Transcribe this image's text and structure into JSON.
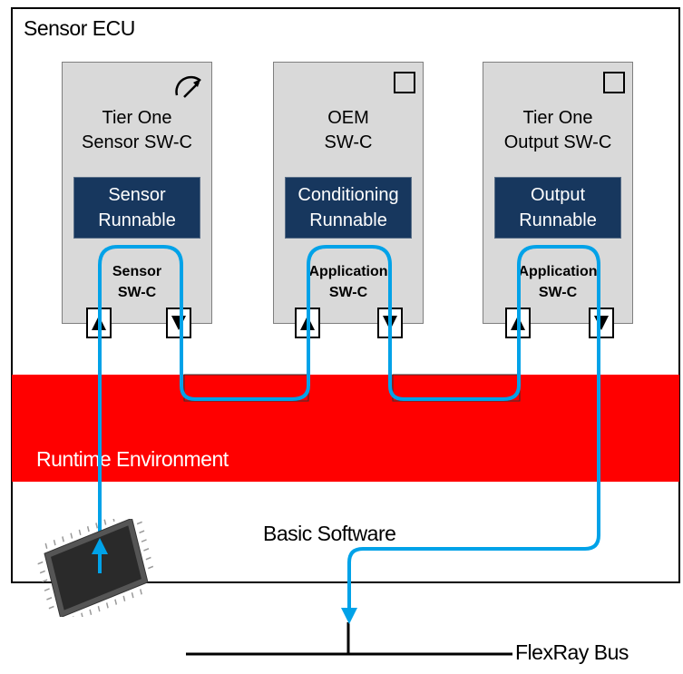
{
  "ecu": {
    "title": "Sensor ECU"
  },
  "components": [
    {
      "name": "Tier One\nSensor SW-C",
      "runnable": "Sensor\nRunnable",
      "kind": "Sensor\nSW-C",
      "corner_icon": "gauge-icon"
    },
    {
      "name": "OEM\nSW-C",
      "runnable": "Conditioning\nRunnable",
      "kind": "Application\nSW-C",
      "corner_icon": "empty-square-icon"
    },
    {
      "name": "Tier One\nOutput SW-C",
      "runnable": "Output\nRunnable",
      "kind": "Application\nSW-C",
      "corner_icon": "empty-square-icon"
    }
  ],
  "rte": {
    "label": "Runtime Environment",
    "color": "#ff0000"
  },
  "bsw": {
    "label": "Basic Software"
  },
  "bus": {
    "label": "FlexRay Bus"
  },
  "colors": {
    "flow": "#00a2e8",
    "runnable_bg": "#17375e",
    "component_bg": "#d9d9d9"
  }
}
